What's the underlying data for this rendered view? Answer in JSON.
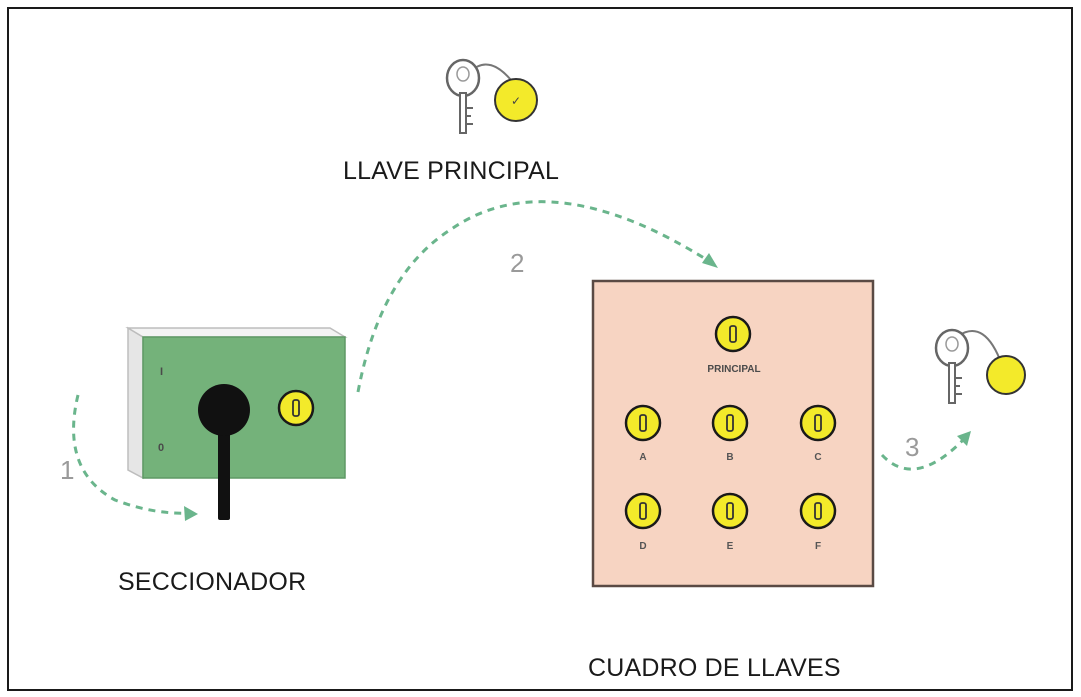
{
  "labels": {
    "master_key": "LLAVE PRINCIPAL",
    "disconnector": "SECCIONADOR",
    "key_board": "CUADRO DE LLAVES"
  },
  "steps": [
    "1",
    "2",
    "3"
  ],
  "disconnector_positions": {
    "on": "I",
    "off": "0"
  },
  "board": {
    "principal_label": "PRINCIPAL",
    "lock_labels": [
      "A",
      "B",
      "C",
      "D",
      "E",
      "F"
    ]
  },
  "colors": {
    "switch_green": "#74b27a",
    "board_pink": "#f7d4c2",
    "lock_yellow": "#f3ea2a",
    "arrow_green": "#6ab58c"
  },
  "icons": [
    "key-icon",
    "lock-icon",
    "rotary-handle-icon"
  ]
}
